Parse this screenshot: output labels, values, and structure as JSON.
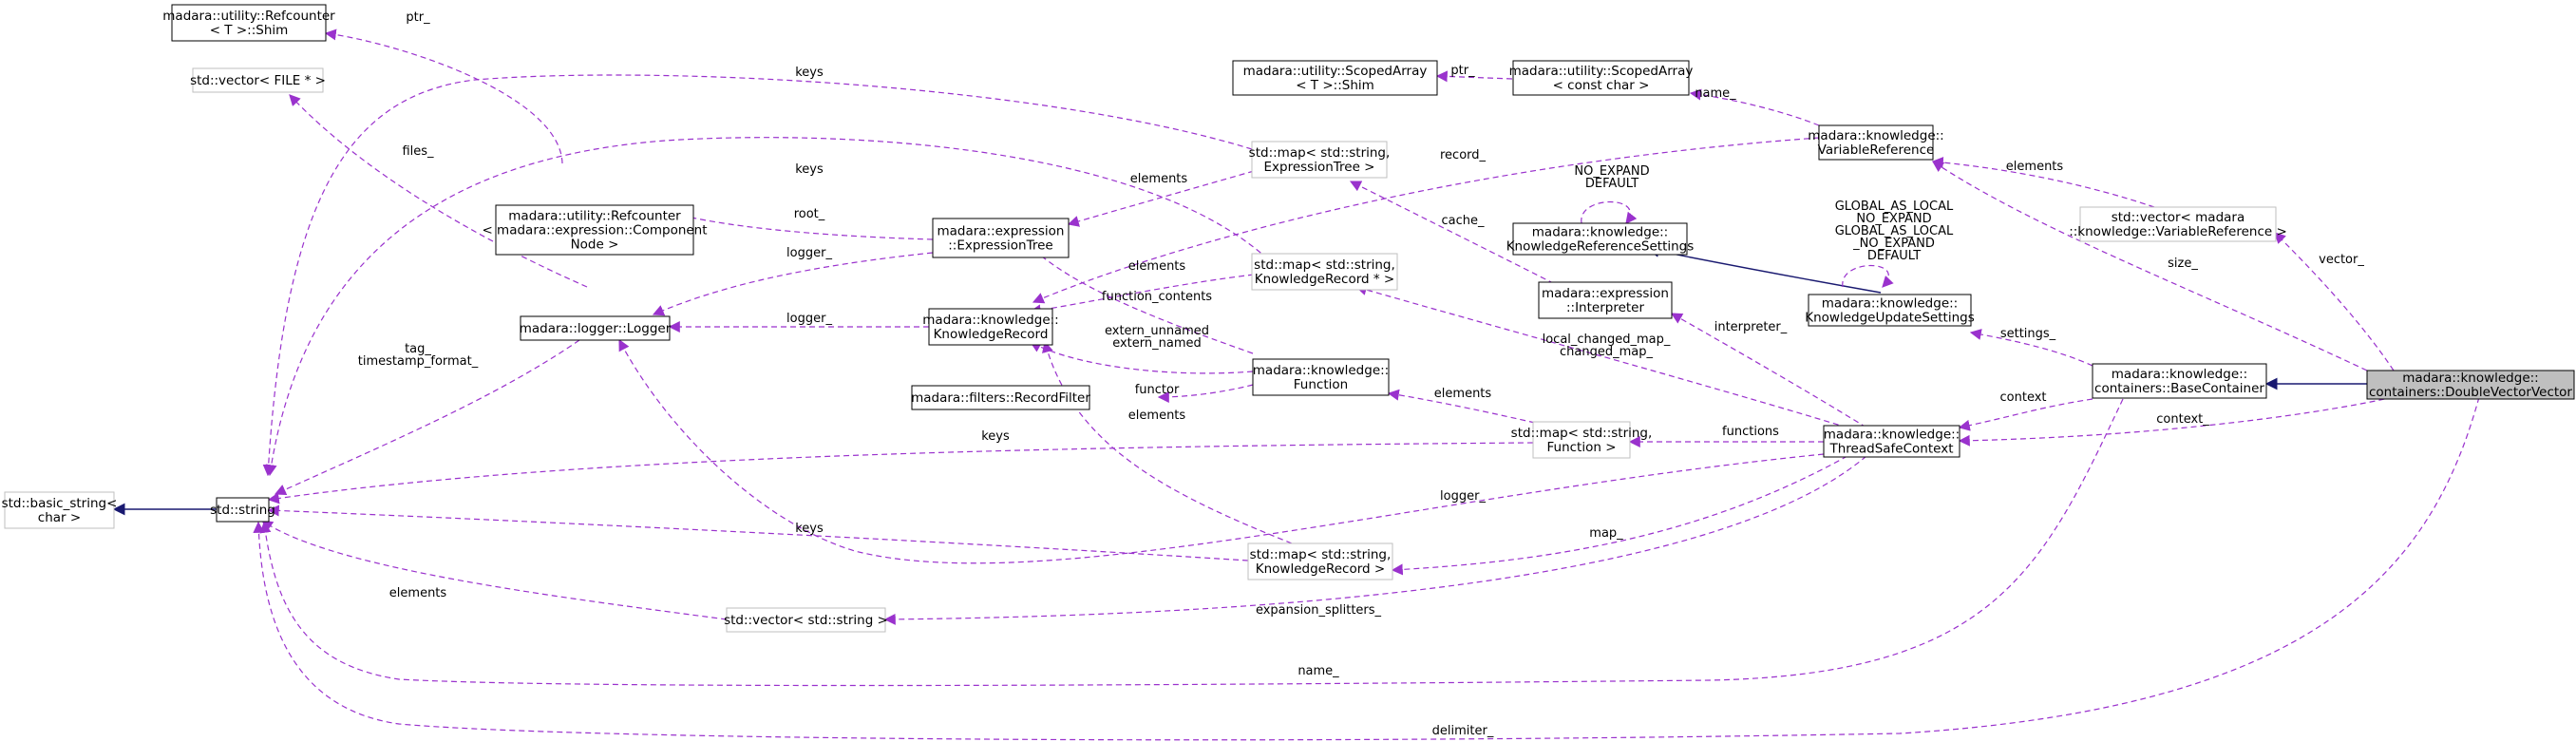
{
  "colors": {
    "dependency": "#9a32cd",
    "inheritance": "#191970",
    "node_border": "#000000",
    "external_border": "#bfbfbf",
    "highlight_fill": "#bfbfbf"
  },
  "nodes": {
    "double_vector_vector": [
      "madara::knowledge::",
      "containers::DoubleVectorVector"
    ],
    "base_container": [
      "madara::knowledge::",
      "containers::BaseContainer"
    ],
    "thread_safe_context": [
      "madara::knowledge::",
      "ThreadSafeContext"
    ],
    "knowledge_update_settings": [
      "madara::knowledge::",
      "KnowledgeUpdateSettings"
    ],
    "knowledge_reference_settings": [
      "madara::knowledge::",
      "KnowledgeReferenceSettings"
    ],
    "variable_reference": [
      "madara::knowledge::",
      "VariableReference"
    ],
    "vector_variable_reference": [
      "std::vector< madara",
      "::knowledge::VariableReference >"
    ],
    "scoped_array_const_char": [
      "madara::utility::ScopedArray",
      "< const char >"
    ],
    "scoped_array_shim": [
      "madara::utility::ScopedArray",
      "< T >::Shim"
    ],
    "refcounter_shim": [
      "madara::utility::Refcounter",
      "< T >::Shim"
    ],
    "refcounter_component_node": [
      "madara::utility::Refcounter",
      "< madara::expression::Component",
      "Node >"
    ],
    "vector_file": [
      "std::vector< FILE * >"
    ],
    "map_expression_tree": [
      "std::map< std::string,",
      "ExpressionTree >"
    ],
    "expression_tree": [
      "madara::expression",
      "::ExpressionTree"
    ],
    "map_knowledge_record_ptr": [
      "std::map< std::string,",
      "KnowledgeRecord * >"
    ],
    "interpreter": [
      "madara::expression",
      "::Interpreter"
    ],
    "logger": [
      "madara::logger::Logger"
    ],
    "knowledge_record": [
      "madara::knowledge::",
      "KnowledgeRecord"
    ],
    "function": [
      "madara::knowledge::",
      "Function"
    ],
    "record_filter": [
      "madara::filters::RecordFilter"
    ],
    "map_function": [
      "std::map< std::string,",
      "Function >"
    ],
    "map_knowledge_record": [
      "std::map< std::string,",
      "KnowledgeRecord >"
    ],
    "vector_string": [
      "std::vector< std::string >"
    ],
    "std_string": [
      "std::string"
    ],
    "basic_string": [
      "std::basic_string<",
      "char >"
    ]
  },
  "edge_labels": {
    "ptr_refcounter": [
      "ptr_"
    ],
    "ptr_scoped": [
      "ptr_"
    ],
    "name_": [
      "name_"
    ],
    "keys_top": [
      "keys"
    ],
    "keys_mid": [
      "keys"
    ],
    "files_": [
      "files_"
    ],
    "record_": [
      "record_"
    ],
    "elements_expr": [
      "elements"
    ],
    "root_": [
      "root_"
    ],
    "logger_expr": [
      "logger_"
    ],
    "cache_": [
      "cache_"
    ],
    "elements_varref": [
      "elements"
    ],
    "size_": [
      "size_"
    ],
    "vector_": [
      "vector_"
    ],
    "no_expand_default": [
      "NO_EXPAND",
      "DEFAULT"
    ],
    "global_as_local": [
      "GLOBAL_AS_LOCAL",
      "NO_EXPAND",
      "GLOBAL_AS_LOCAL",
      "_NO_EXPAND",
      "DEFAULT"
    ],
    "elements_krp": [
      "elements"
    ],
    "function_contents": [
      "function_contents"
    ],
    "logger_kr": [
      "logger_"
    ],
    "tag_timestamp": [
      "tag_",
      "timestamp_format_"
    ],
    "extern": [
      "extern_unnamed",
      "extern_named"
    ],
    "functor": [
      "functor"
    ],
    "elements_func": [
      "elements"
    ],
    "elements_kr_map": [
      "elements"
    ],
    "local_changed": [
      "local_changed_map_",
      "changed_map_"
    ],
    "interpreter_": [
      "interpreter_"
    ],
    "settings_": [
      "settings_"
    ],
    "context": [
      "context"
    ],
    "context_": [
      "context_"
    ],
    "functions": [
      "functions"
    ],
    "keys_func": [
      "keys"
    ],
    "logger_tsc": [
      "logger_"
    ],
    "map_": [
      "map_"
    ],
    "keys_kr": [
      "keys"
    ],
    "elements_vs": [
      "elements"
    ],
    "expansion_splitters": [
      "expansion_splitters_"
    ],
    "name_bottom": [
      "name_"
    ],
    "delimiter_": [
      "delimiter_"
    ]
  }
}
